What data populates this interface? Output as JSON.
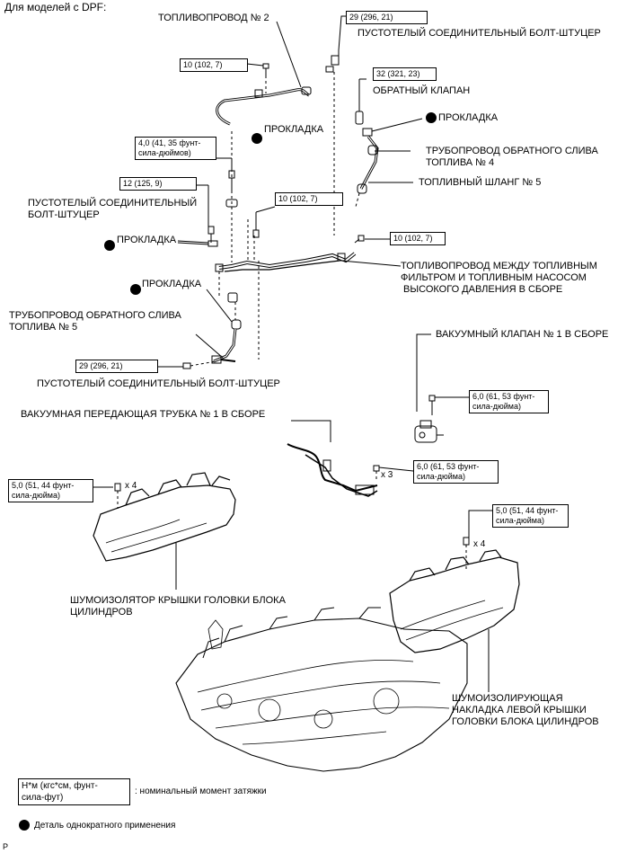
{
  "header": "Для моделей с DPF:",
  "labels": {
    "fuel_pipe_2": "ТОПЛИВОПРОВОД № 2",
    "hollow_bolt_top": "ПУСТОТЕЛЫЙ СОЕДИНИТЕЛЬНЫЙ БОЛТ-ШТУЦЕР",
    "check_valve": "ОБРАТНЫЙ КЛАПАН",
    "gasket_top_right": "ПРОКЛАДКА",
    "gasket_center": "ПРОКЛАДКА",
    "return_pipe_4": "ТРУБОПРОВОД ОБРАТНОГО СЛИВА\nТОПЛИВА № 4",
    "fuel_hose_5": "ТОПЛИВНЫЙ ШЛАНГ № 5",
    "hollow_bolt_left": "ПУСТОТЕЛЫЙ СОЕДИНИТЕЛЬНЫЙ\nБОЛТ-ШТУЦЕР",
    "gasket_left": "ПРОКЛАДКА",
    "fuel_pipe_assy": "ТОПЛИВОПРОВОД МЕЖДУ ТОПЛИВНЫМ\nФИЛЬТРОМ И ТОПЛИВНЫМ НАСОСОМ\n ВЫСОКОГО ДАВЛЕНИЯ В СБОРЕ",
    "gasket_lower_left": "ПРОКЛАДКА",
    "return_pipe_5": "ТРУБОПРОВОД ОБРАТНОГО СЛИВА\nТОПЛИВА № 5",
    "vacuum_valve_1": "ВАКУУМНЫЙ КЛАПАН № 1 В СБОРЕ",
    "hollow_bolt_bottom": "ПУСТОТЕЛЫЙ СОЕДИНИТЕЛЬНЫЙ БОЛТ-ШТУЦЕР",
    "vacuum_tube_1": "ВАКУУМНАЯ ПЕРЕДАЮЩАЯ ТРУБКА № 1 В СБОРЕ",
    "insulator_head_cover": "ШУМОИЗОЛЯТОР КРЫШКИ ГОЛОВКИ БЛОКА\nЦИЛИНДРОВ",
    "insulator_left_cover": "ШУМОИЗОЛИРУЮЩАЯ\nНАКЛАДКА ЛЕВОЙ КРЫШКИ\nГОЛОВКИ БЛОКА ЦИЛИНДРОВ"
  },
  "torque": {
    "t_hollow_top": "29 (296, 21)",
    "t_pipe2_bolt": "10 (102, 7)",
    "t_check_valve": "32 (321, 23)",
    "t_clamp": "4,0 (41, 35 фунт-\nсила-дюймов)",
    "t_bolt_12": "12 (125, 9)",
    "t_center": "10 (102, 7)",
    "t_right": "10 (102, 7)",
    "t_hollow_bottom": "29 (296, 21)",
    "t_vacuum_valve": "6,0 (61, 53 фунт-\nсила-дюйма)",
    "t_vacuum_tube": "6,0 (61, 53 фунт-\nсила-дюйма)",
    "t_insulator_left": "5,0 (51, 44 фунт-\nсила-дюйма)",
    "t_insulator_right": "5,0 (51, 44 фунт-\nсила-дюйма)"
  },
  "multipliers": {
    "m_insulator_left": "x 4",
    "m_vacuum_tube": "x 3",
    "m_insulator_right": "x 4"
  },
  "legend": {
    "torque_box": "Н*м (кгс*см, фунт-\nсила-фут)",
    "torque_text": ": номинальный момент затяжки",
    "dot_text": "Деталь однократного применения"
  },
  "corner": "P"
}
